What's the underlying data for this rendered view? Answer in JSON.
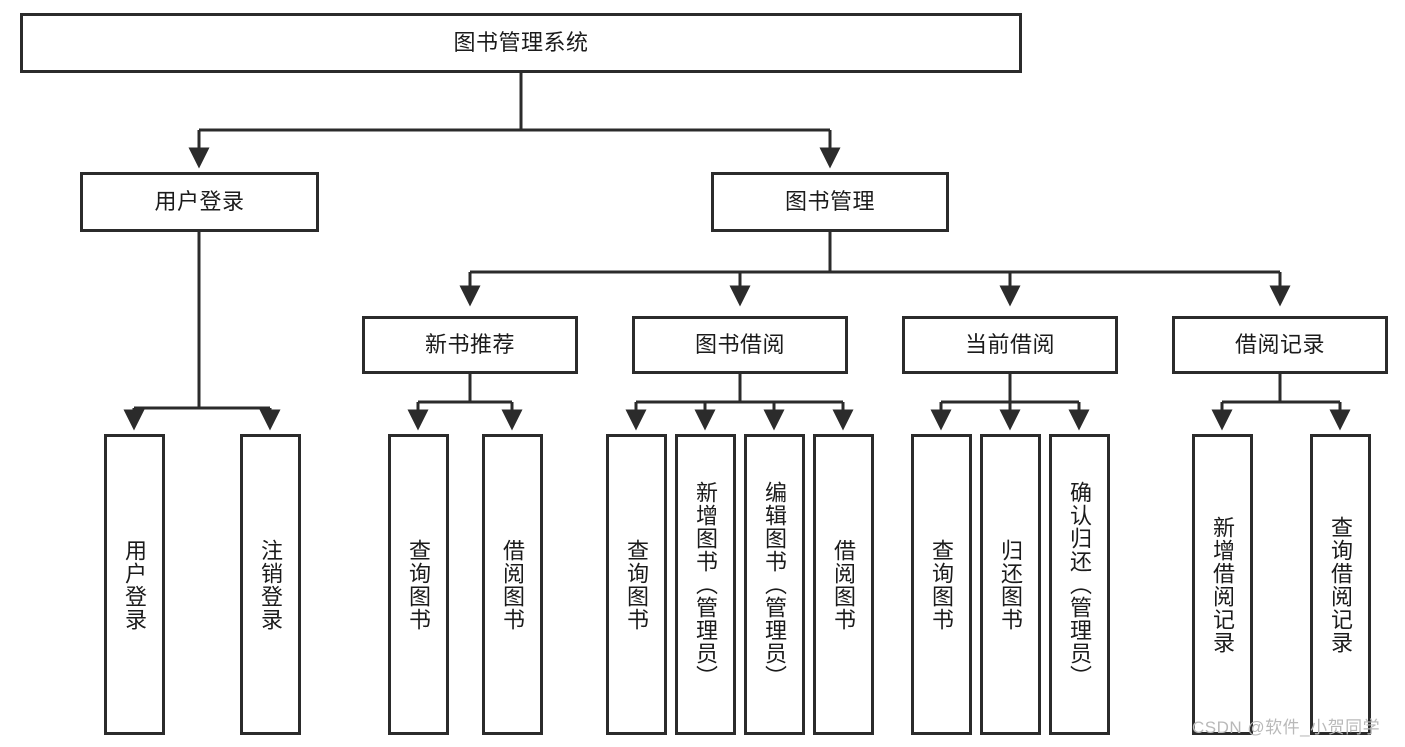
{
  "diagram": {
    "title": "图书管理系统",
    "type": "tree",
    "root": {
      "id": "root",
      "label": "图书管理系统"
    },
    "level1": [
      {
        "id": "user-login",
        "label": "用户登录"
      },
      {
        "id": "book-manage",
        "label": "图书管理"
      }
    ],
    "level2": [
      {
        "id": "new-book-rec",
        "label": "新书推荐",
        "parent": "book-manage"
      },
      {
        "id": "book-borrow",
        "label": "图书借阅",
        "parent": "book-manage"
      },
      {
        "id": "current-borrow",
        "label": "当前借阅",
        "parent": "book-manage"
      },
      {
        "id": "borrow-record",
        "label": "借阅记录",
        "parent": "book-manage"
      }
    ],
    "leaves": [
      {
        "id": "leaf-user-login",
        "label": "用户登录",
        "parent": "user-login"
      },
      {
        "id": "leaf-logout",
        "label": "注销登录",
        "parent": "user-login"
      },
      {
        "id": "leaf-query-book-1",
        "label": "查询图书",
        "parent": "new-book-rec"
      },
      {
        "id": "leaf-borrow-book-1",
        "label": "借阅图书",
        "parent": "new-book-rec"
      },
      {
        "id": "leaf-query-book-2",
        "label": "查询图书",
        "parent": "book-borrow"
      },
      {
        "id": "leaf-add-book",
        "label": "新增图书（管理员）",
        "parent": "book-borrow"
      },
      {
        "id": "leaf-edit-book",
        "label": "编辑图书（管理员）",
        "parent": "book-borrow"
      },
      {
        "id": "leaf-borrow-book-2",
        "label": "借阅图书",
        "parent": "book-borrow"
      },
      {
        "id": "leaf-query-book-3",
        "label": "查询图书",
        "parent": "current-borrow"
      },
      {
        "id": "leaf-return-book",
        "label": "归还图书",
        "parent": "current-borrow"
      },
      {
        "id": "leaf-confirm-return",
        "label": "确认归还（管理员）",
        "parent": "current-borrow"
      },
      {
        "id": "leaf-add-record",
        "label": "新增借阅记录",
        "parent": "borrow-record"
      },
      {
        "id": "leaf-query-record",
        "label": "查询借阅记录",
        "parent": "borrow-record"
      }
    ]
  },
  "watermark": {
    "text": "CSDN @软件_小贺同学"
  },
  "colors": {
    "border": "#2b2b2b",
    "background": "#ffffff",
    "text": "#1b1b1b",
    "watermark": "#b9b9b9"
  }
}
